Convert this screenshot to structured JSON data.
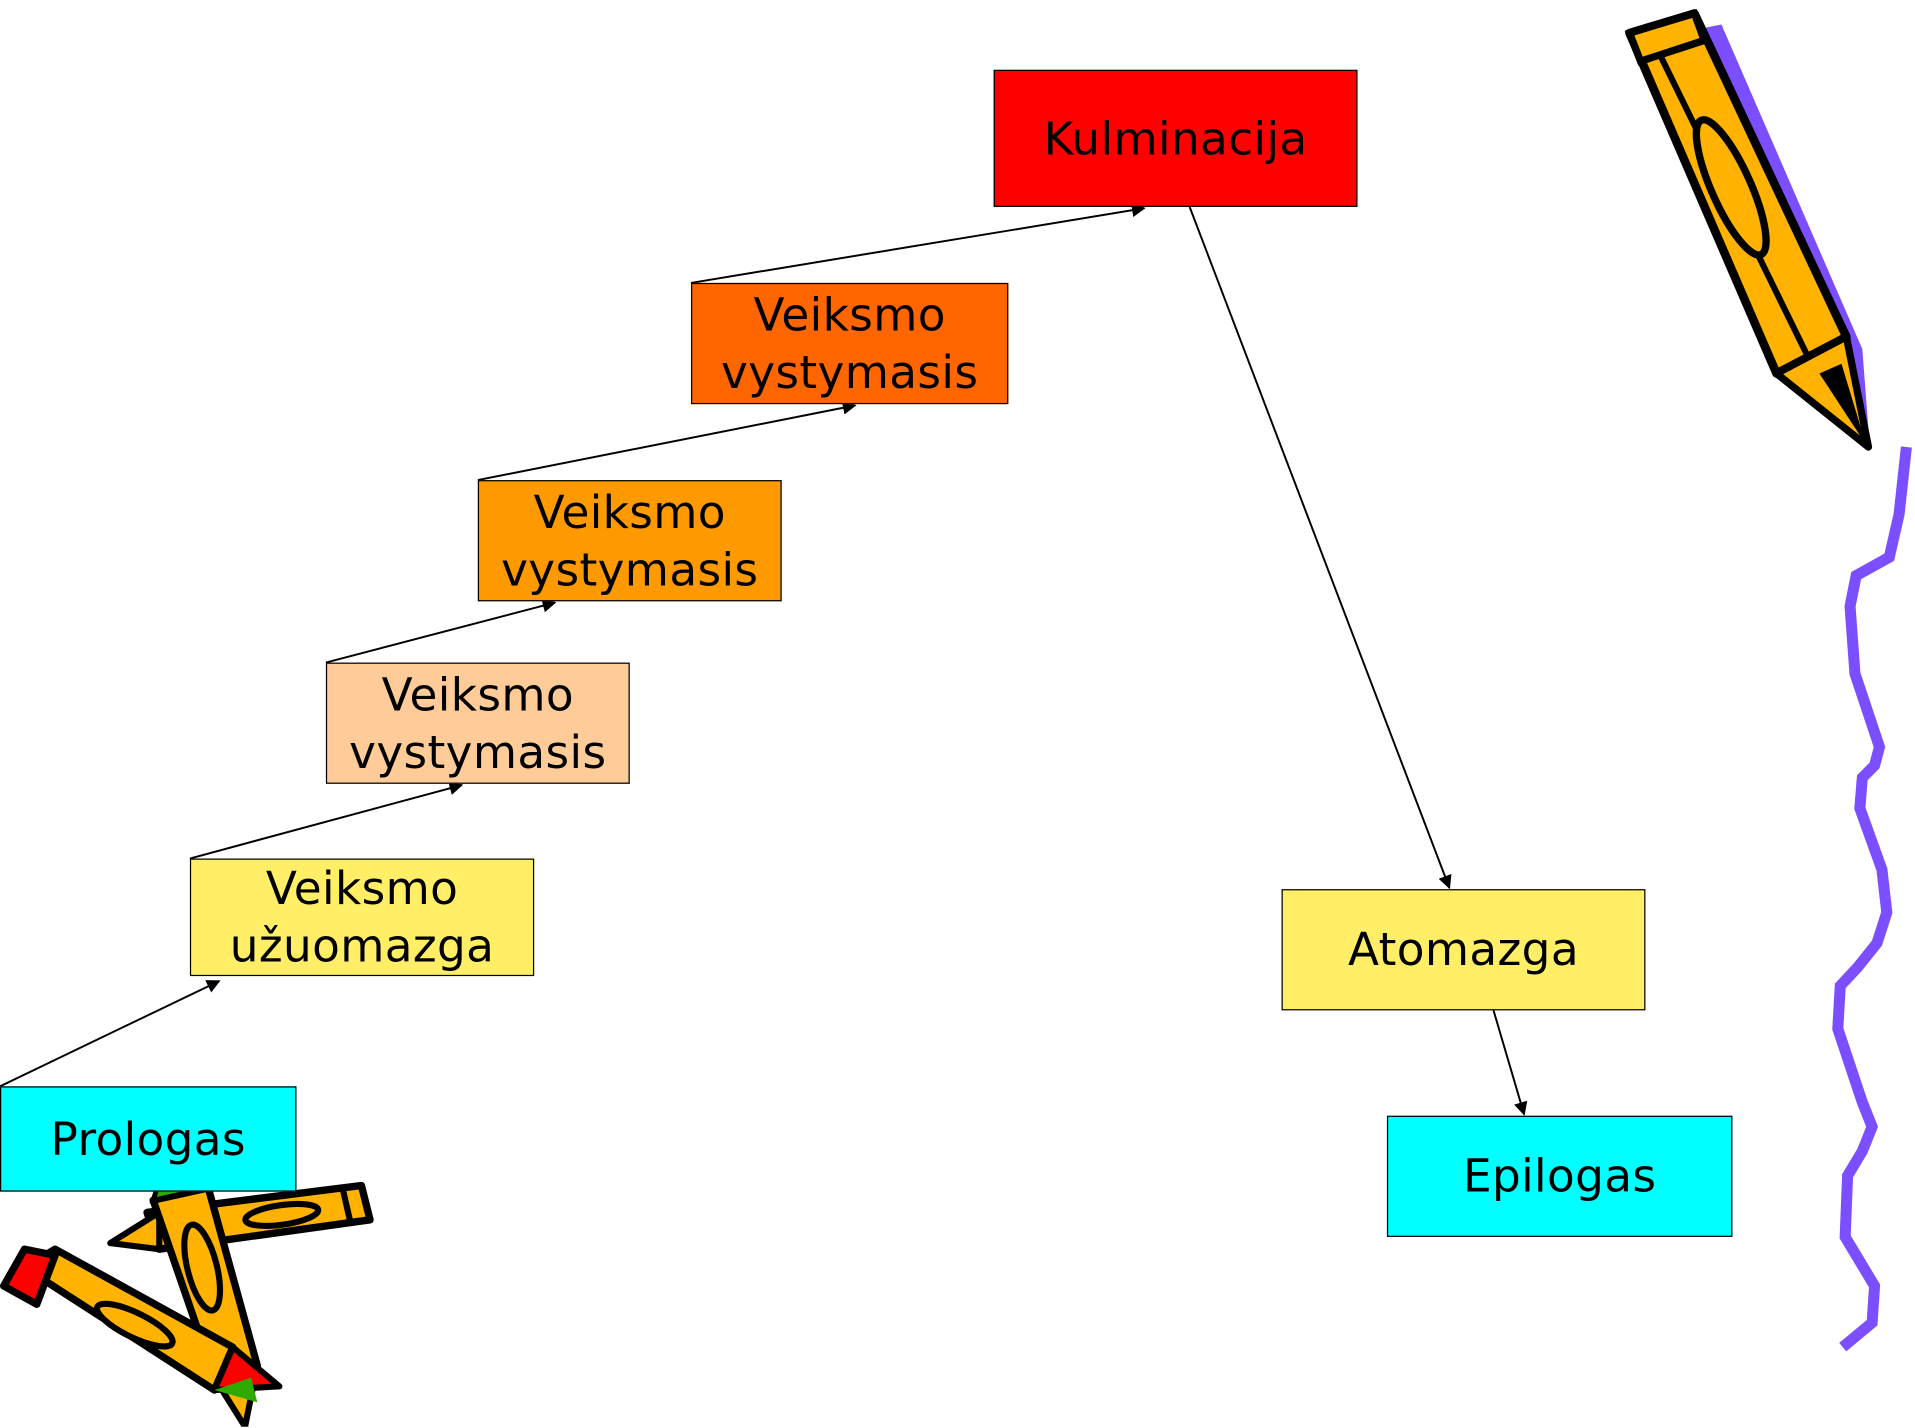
{
  "diagram": {
    "nodes": [
      {
        "id": "kulminacija",
        "label": "Kulminacija",
        "fill": "#FF0000"
      },
      {
        "id": "dev3",
        "label": "Veiksmo\nvystymasis",
        "fill": "#FF6600"
      },
      {
        "id": "dev2",
        "label": "Veiksmo\nvystymasis",
        "fill": "#FF9900"
      },
      {
        "id": "dev1",
        "label": "Veiksmo\nvystymasis",
        "fill": "#FFCC99"
      },
      {
        "id": "uzuomazga",
        "label": "Veiksmo\nužuomazga",
        "fill": "#FFEE66"
      },
      {
        "id": "prologas",
        "label": "Prologas",
        "fill": "#00FFFF"
      },
      {
        "id": "atomazga",
        "label": "Atomazga",
        "fill": "#FFEE66"
      },
      {
        "id": "epilogas",
        "label": "Epilogas",
        "fill": "#00FFFF"
      }
    ],
    "edges": [
      {
        "from": "prologas",
        "to": "uzuomazga"
      },
      {
        "from": "uzuomazga",
        "to": "dev1"
      },
      {
        "from": "dev1",
        "to": "dev2"
      },
      {
        "from": "dev2",
        "to": "dev3"
      },
      {
        "from": "dev3",
        "to": "kulminacija"
      },
      {
        "from": "kulminacija",
        "to": "atomazga"
      },
      {
        "from": "atomazga",
        "to": "epilogas"
      }
    ]
  },
  "decorations": {
    "top_right": "pencil-icon",
    "bottom_left": "pencils-icon",
    "right_edge": "squiggle-line-icon",
    "colors": {
      "pencil_body": "#FFB300",
      "pencil_shadow": "#7B4FFF",
      "pencil_tip": "#2EAA00",
      "pencil_eraser": "#FF0000",
      "squiggle": "#7B4FFF"
    }
  }
}
